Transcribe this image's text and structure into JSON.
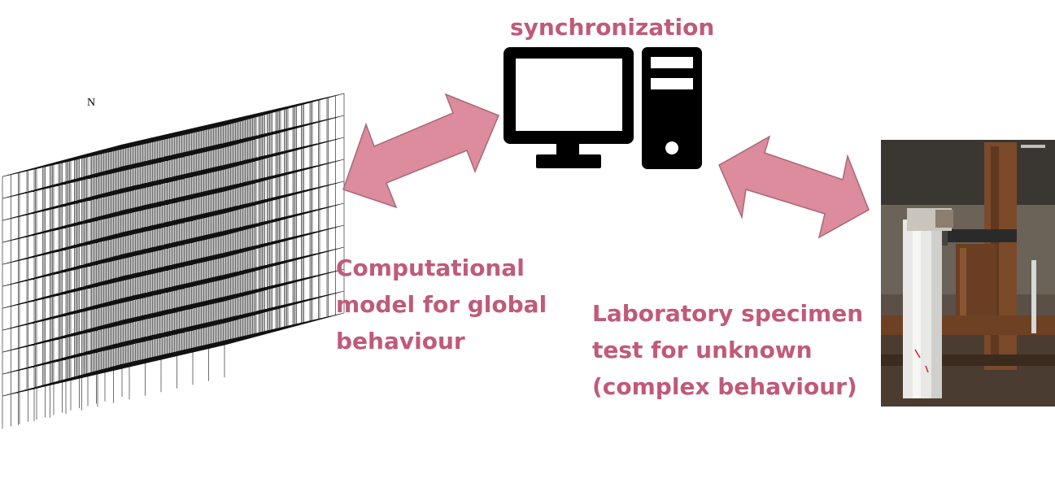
{
  "title": "synchronization",
  "model_label": {
    "lines": [
      "Computational",
      "model for global",
      "behaviour"
    ]
  },
  "lab_label": {
    "lines": [
      "Laboratory specimen",
      "test for unknown",
      "(complex behaviour)"
    ]
  },
  "north_label": "N",
  "colors": {
    "accent_text": "#c05a78",
    "arrow_fill": "#dc8c9c",
    "arrow_stroke": "#a86878"
  },
  "icons": [
    "computer-icon",
    "double-arrow-left-icon",
    "double-arrow-right-icon"
  ]
}
